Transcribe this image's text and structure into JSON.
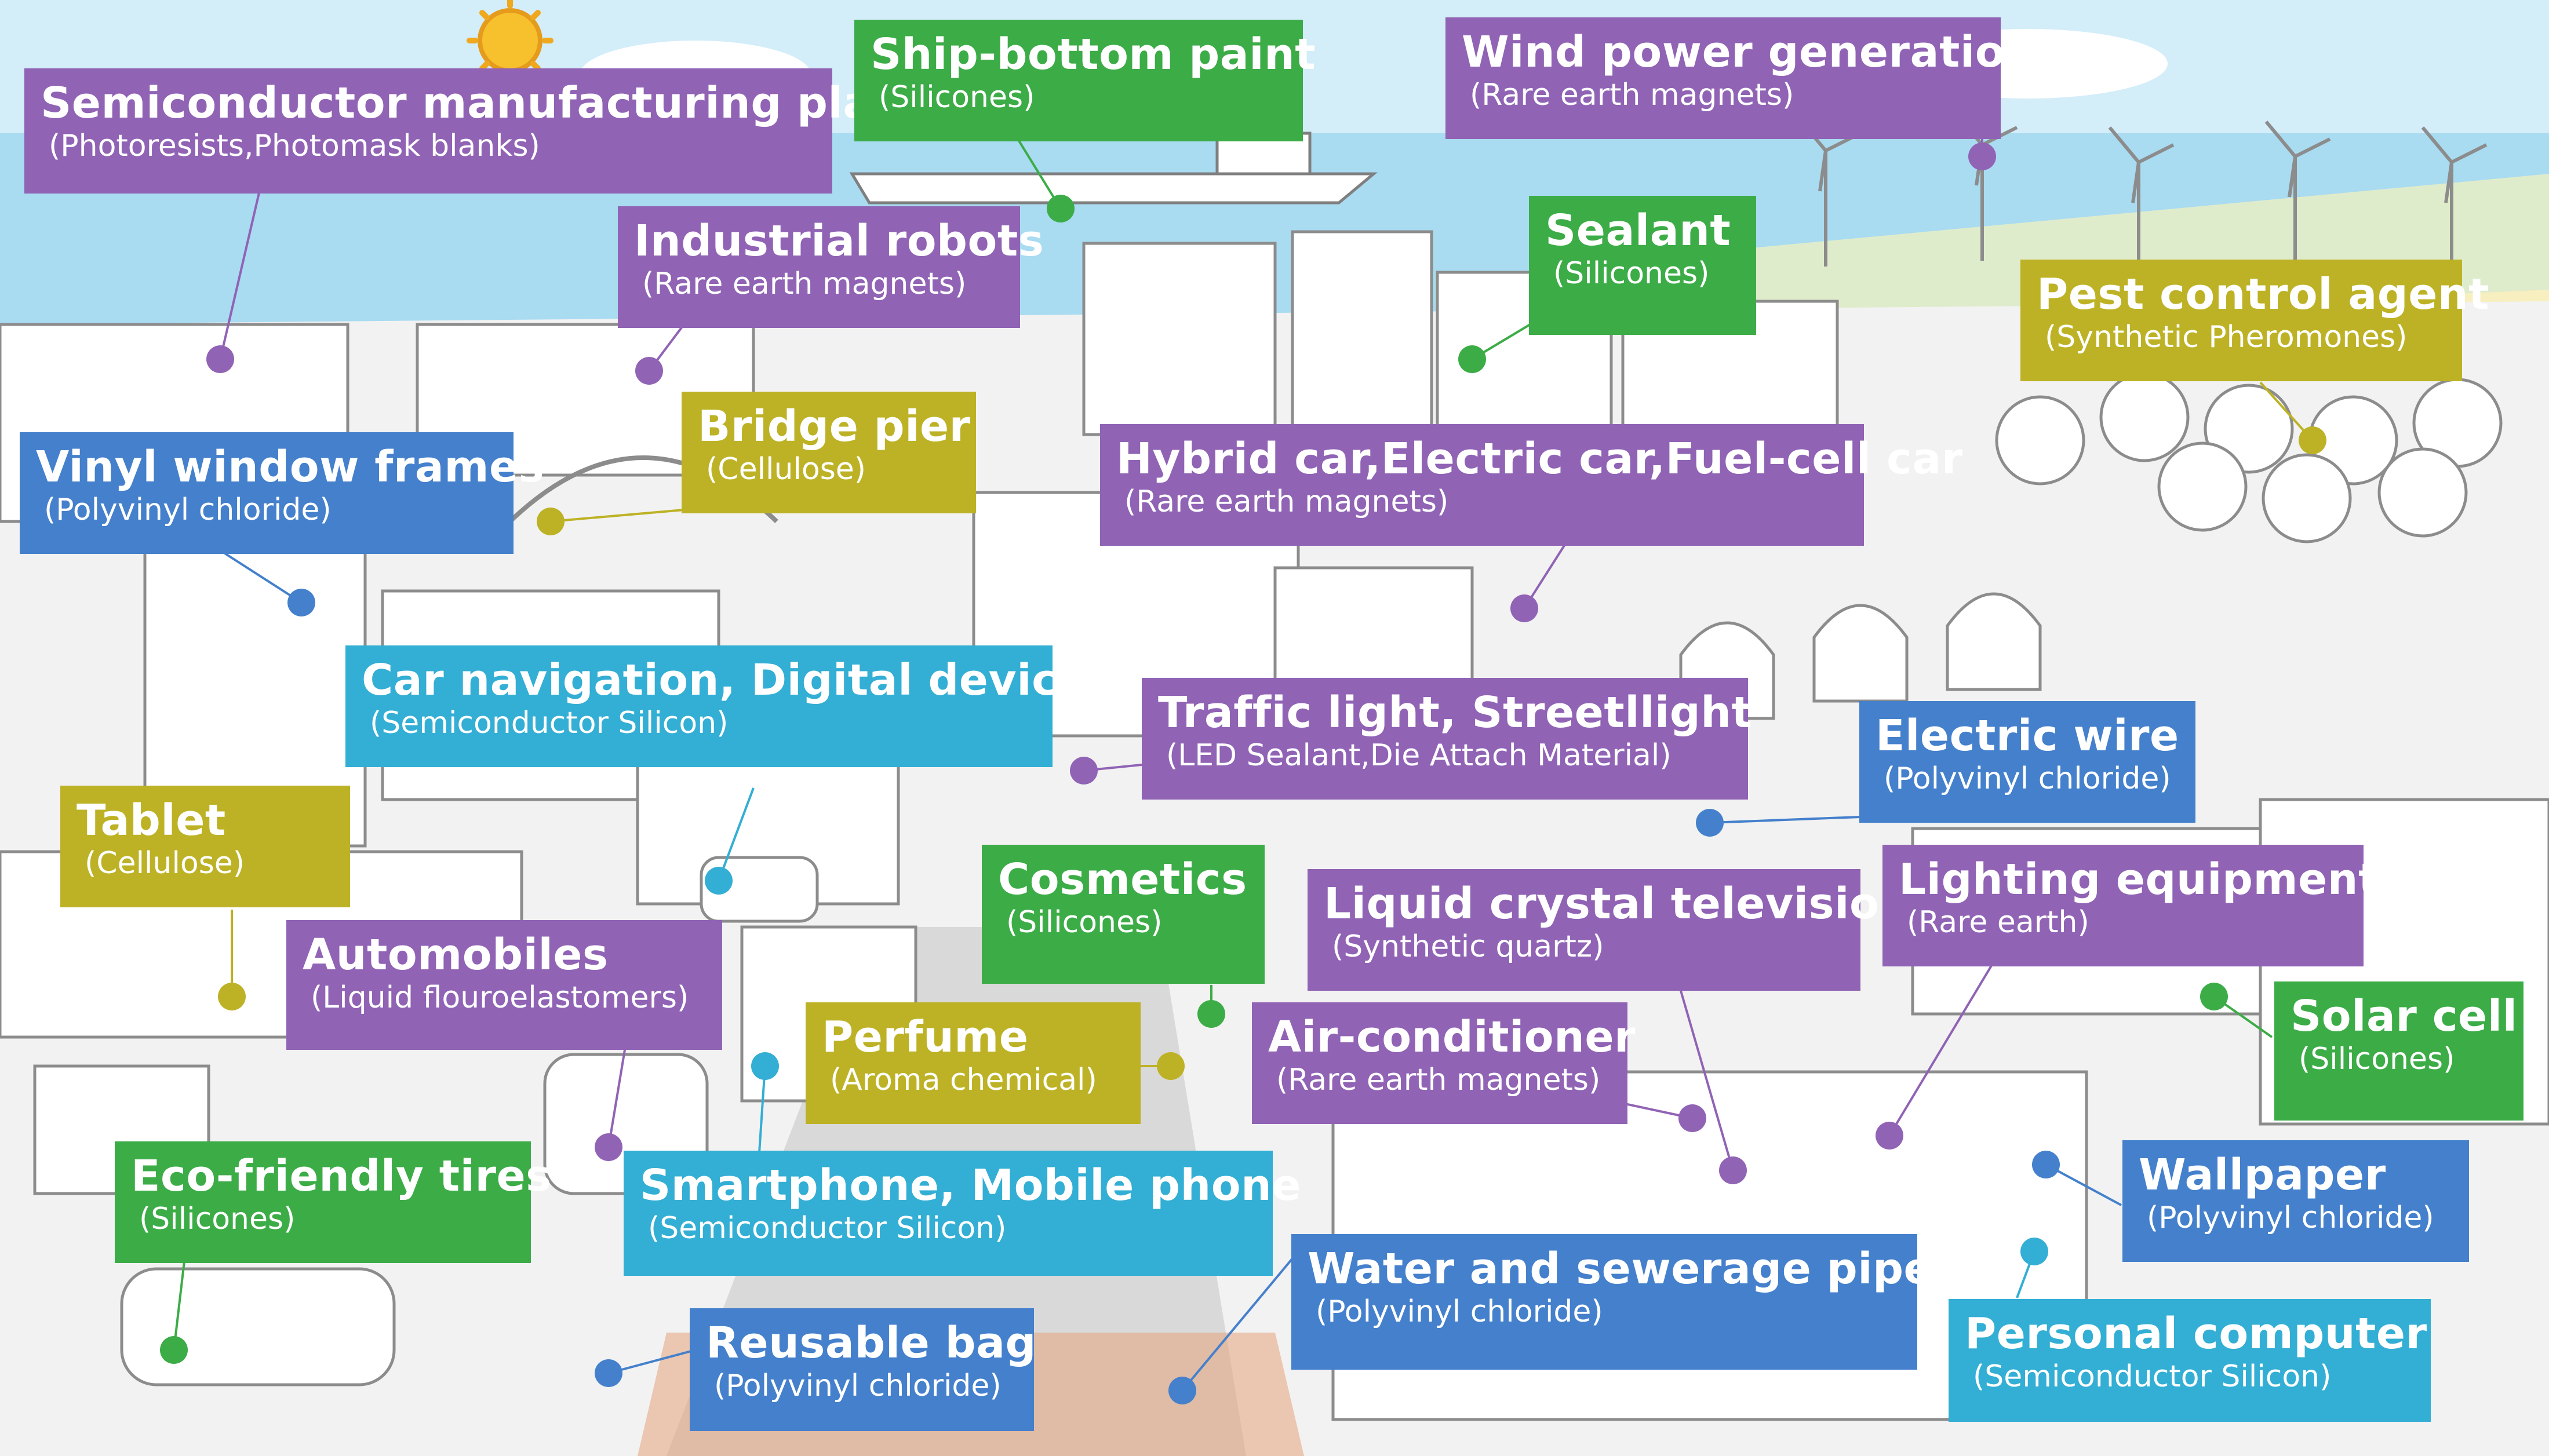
{
  "labels": [
    {
      "key": "semiconductor-plant",
      "title": "Semiconductor manufacturing plant",
      "sub": "(Photoresists,Photomask blanks)",
      "color": "purple"
    },
    {
      "key": "ship-bottom-paint",
      "title": "Ship-bottom paint",
      "sub": "(Silicones)",
      "color": "green"
    },
    {
      "key": "wind-power",
      "title": "Wind power generation",
      "sub": "(Rare earth magnets)",
      "color": "purple"
    },
    {
      "key": "industrial-robots",
      "title": "Industrial robots",
      "sub": "(Rare earth magnets)",
      "color": "purple"
    },
    {
      "key": "sealant",
      "title": "Sealant",
      "sub": "(Silicones)",
      "color": "green"
    },
    {
      "key": "pest-control",
      "title": "Pest control agent",
      "sub": "(Synthetic Pheromones)",
      "color": "yellow"
    },
    {
      "key": "vinyl-window",
      "title": "Vinyl window frames",
      "sub": "(Polyvinyl chloride)",
      "color": "blue"
    },
    {
      "key": "bridge-pier",
      "title": "Bridge pier",
      "sub": "(Cellulose)",
      "color": "yellow"
    },
    {
      "key": "hybrid-car",
      "title": "Hybrid car,Electric car,Fuel-cell car",
      "sub": "(Rare earth magnets)",
      "color": "purple"
    },
    {
      "key": "car-navigation",
      "title": "Car navigation, Digital devices",
      "sub": "(Semiconductor Silicon)",
      "color": "cyan"
    },
    {
      "key": "traffic-light",
      "title": "Traffic light, Streetllight",
      "sub": "(LED Sealant,Die Attach Material)",
      "color": "purple"
    },
    {
      "key": "electric-wire",
      "title": "Electric wire",
      "sub": "(Polyvinyl chloride)",
      "color": "blue"
    },
    {
      "key": "tablet",
      "title": "Tablet",
      "sub": "(Cellulose)",
      "color": "yellow"
    },
    {
      "key": "cosmetics",
      "title": "Cosmetics",
      "sub": "(Silicones)",
      "color": "green"
    },
    {
      "key": "lcd-tv",
      "title": "Liquid crystal television",
      "sub": "(Synthetic quartz)",
      "color": "purple"
    },
    {
      "key": "lighting",
      "title": "Lighting equipment",
      "sub": "(Rare earth)",
      "color": "purple"
    },
    {
      "key": "automobiles",
      "title": "Automobiles",
      "sub": "(Liquid flouroelastomers)",
      "color": "purple"
    },
    {
      "key": "solar-cell",
      "title": "Solar cell",
      "sub": "(Silicones)",
      "color": "green"
    },
    {
      "key": "perfume",
      "title": "Perfume",
      "sub": "(Aroma chemical)",
      "color": "yellow"
    },
    {
      "key": "air-conditioner",
      "title": "Air-conditioner",
      "sub": "(Rare earth magnets)",
      "color": "purple"
    },
    {
      "key": "eco-tires",
      "title": "Eco-friendly tires",
      "sub": "(Silicones)",
      "color": "green"
    },
    {
      "key": "smartphone",
      "title": "Smartphone, Mobile phone",
      "sub": "(Semiconductor Silicon)",
      "color": "cyan"
    },
    {
      "key": "wallpaper",
      "title": "Wallpaper",
      "sub": "(Polyvinyl chloride)",
      "color": "blue"
    },
    {
      "key": "water-pipe",
      "title": "Water and sewerage pipe",
      "sub": "(Polyvinyl chloride)",
      "color": "blue"
    },
    {
      "key": "personal-computer",
      "title": "Personal computer",
      "sub": "(Semiconductor Silicon)",
      "color": "cyan"
    },
    {
      "key": "reusable-bag",
      "title": "Reusable bag",
      "sub": "(Polyvinyl chloride)",
      "color": "blue"
    }
  ],
  "colors": {
    "purple": "#9063b5",
    "green": "#3cac47",
    "yellow": "#bdb225",
    "blue": "#4480cc",
    "cyan": "#33aed4",
    "sky": "#cfeaf7",
    "sea": "#9fd5ee",
    "ground": "#f1f1f1",
    "grass": "#dfeccc",
    "sand": "#f7efbf"
  }
}
